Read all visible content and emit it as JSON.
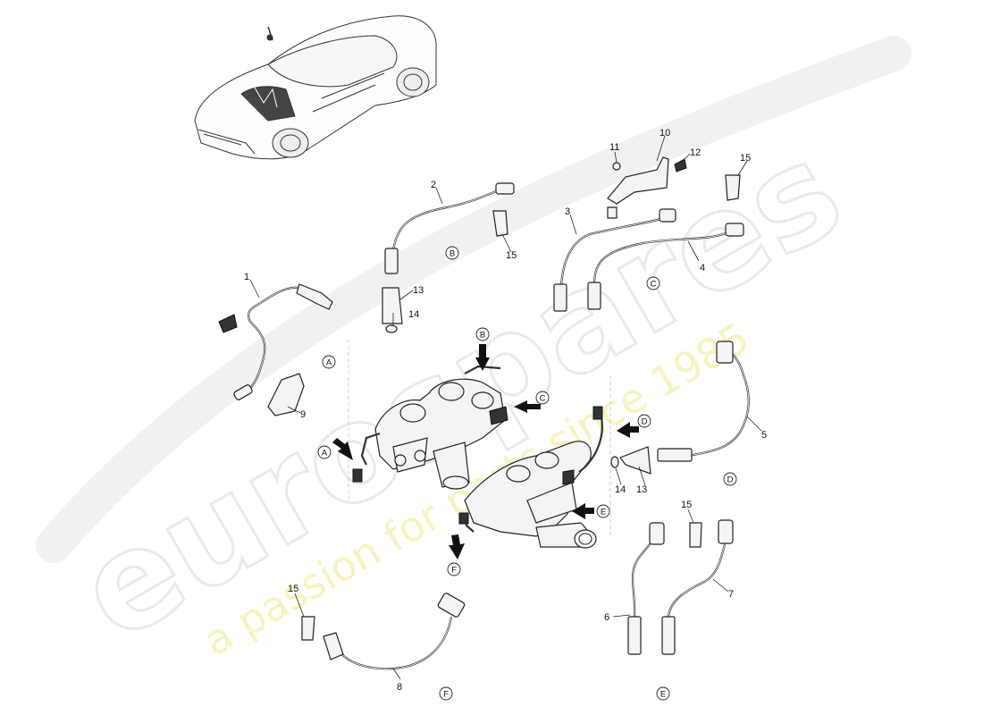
{
  "watermark": {
    "brand": "eurospares",
    "tagline": "a passion for parts since 1985"
  },
  "callouts": [
    {
      "id": "c1",
      "label": "1"
    },
    {
      "id": "c2",
      "label": "2"
    },
    {
      "id": "c3",
      "label": "3"
    },
    {
      "id": "c4",
      "label": "4"
    },
    {
      "id": "c5",
      "label": "5"
    },
    {
      "id": "c6",
      "label": "6"
    },
    {
      "id": "c7",
      "label": "7"
    },
    {
      "id": "c8",
      "label": "8"
    },
    {
      "id": "c9",
      "label": "9"
    },
    {
      "id": "c10",
      "label": "10"
    },
    {
      "id": "c11",
      "label": "11"
    },
    {
      "id": "c12",
      "label": "12"
    },
    {
      "id": "c13a",
      "label": "13"
    },
    {
      "id": "c13b",
      "label": "13"
    },
    {
      "id": "c14a",
      "label": "14"
    },
    {
      "id": "c14b",
      "label": "14"
    },
    {
      "id": "c15a",
      "label": "15"
    },
    {
      "id": "c15b",
      "label": "15"
    },
    {
      "id": "c15c",
      "label": "15"
    },
    {
      "id": "c15d",
      "label": "15"
    }
  ],
  "references": [
    "A",
    "B",
    "C",
    "D",
    "E",
    "F"
  ]
}
